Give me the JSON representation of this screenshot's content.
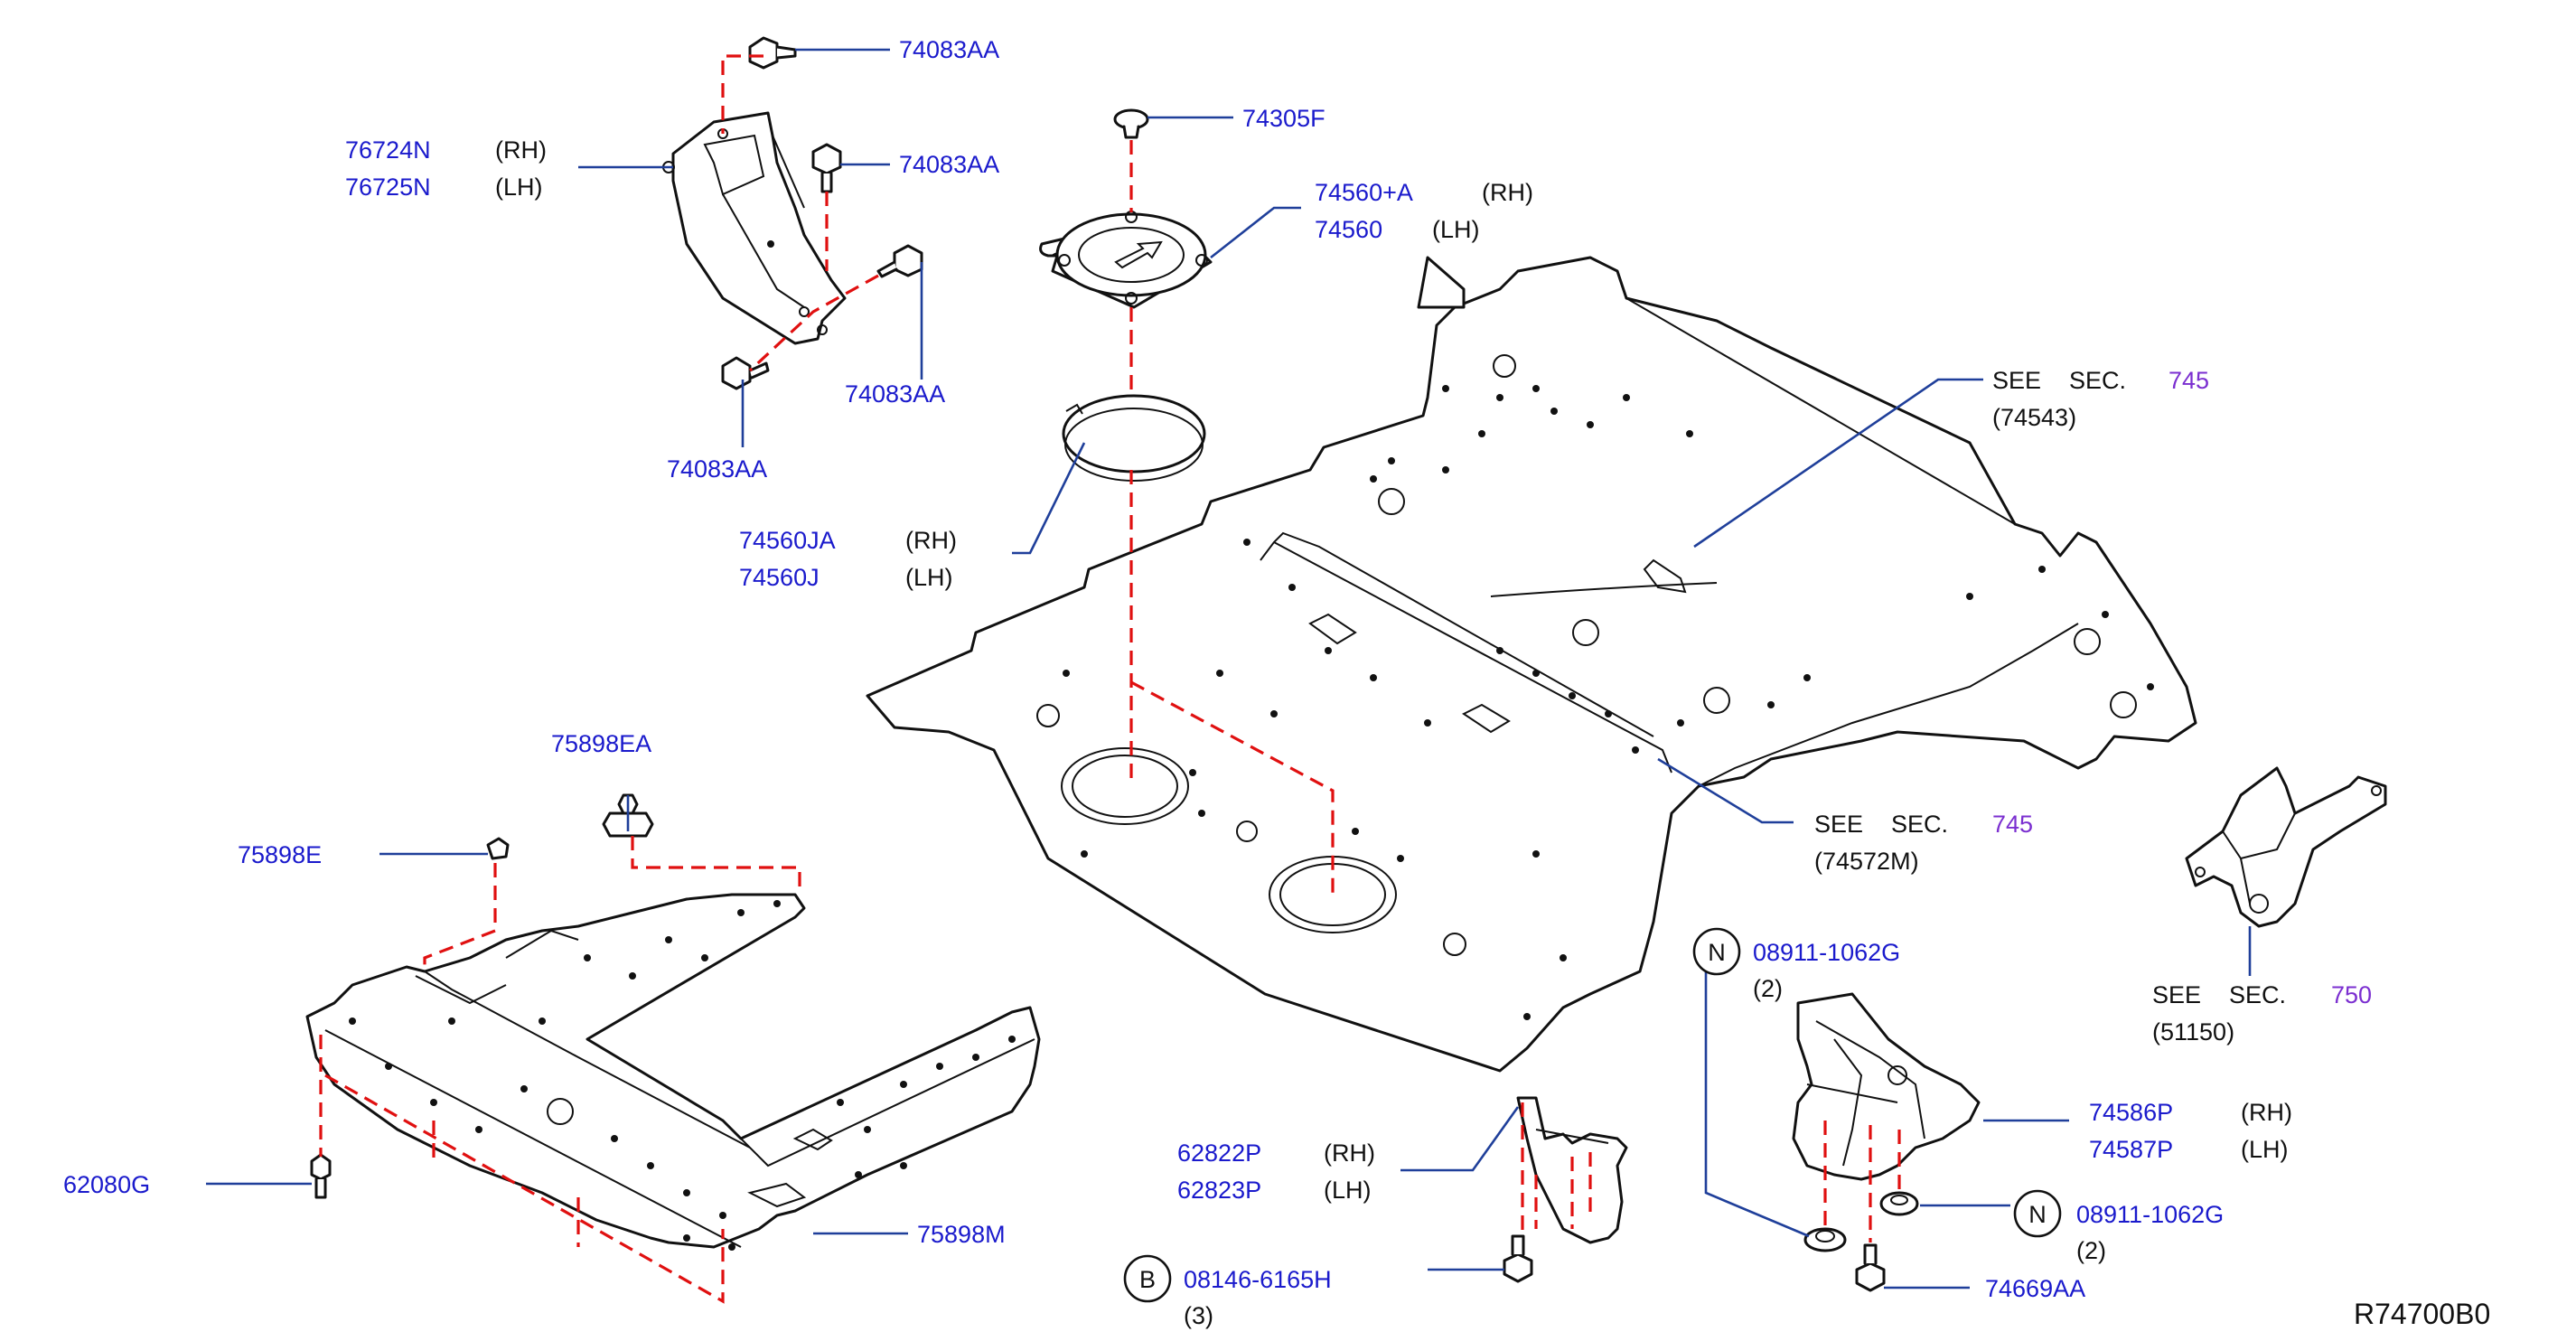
{
  "diagram_id": "R74700B0",
  "side_labels": {
    "rh": "(RH)",
    "lh": "(LH)"
  },
  "parts": {
    "p74083AA": "74083AA",
    "p76724N": "76724N",
    "p76725N": "76725N",
    "p74305F": "74305F",
    "p74560A": "74560+A",
    "p74560": "74560",
    "p74560JA": "74560JA",
    "p74560J": "74560J",
    "p75898EA": "75898EA",
    "p75898E": "75898E",
    "p62080G": "62080G",
    "p75898M": "75898M",
    "p62822P": "62822P",
    "p62823P": "62823P",
    "p08146": "08146-6165H",
    "p08911": "08911-1062G",
    "p74586P": "74586P",
    "p74587P": "74587P",
    "p74669AA": "74669AA"
  },
  "quantities": {
    "q2": "(2)",
    "q3": "(3)"
  },
  "circle_letters": {
    "n": "N",
    "b": "B"
  },
  "see_sections": {
    "see_text": "SEE",
    "sec_text": "SEC.",
    "s74543": {
      "sec": "745",
      "ref": "(74543)"
    },
    "s74572M": {
      "sec": "745",
      "ref": "(74572M)"
    },
    "s51150": {
      "sec": "750",
      "ref": "(51150)"
    }
  },
  "colors": {
    "part_number": "#1a1acc",
    "section": "#7b2fd0",
    "leader": "#1f3f9a",
    "phantom": "#e01010"
  }
}
